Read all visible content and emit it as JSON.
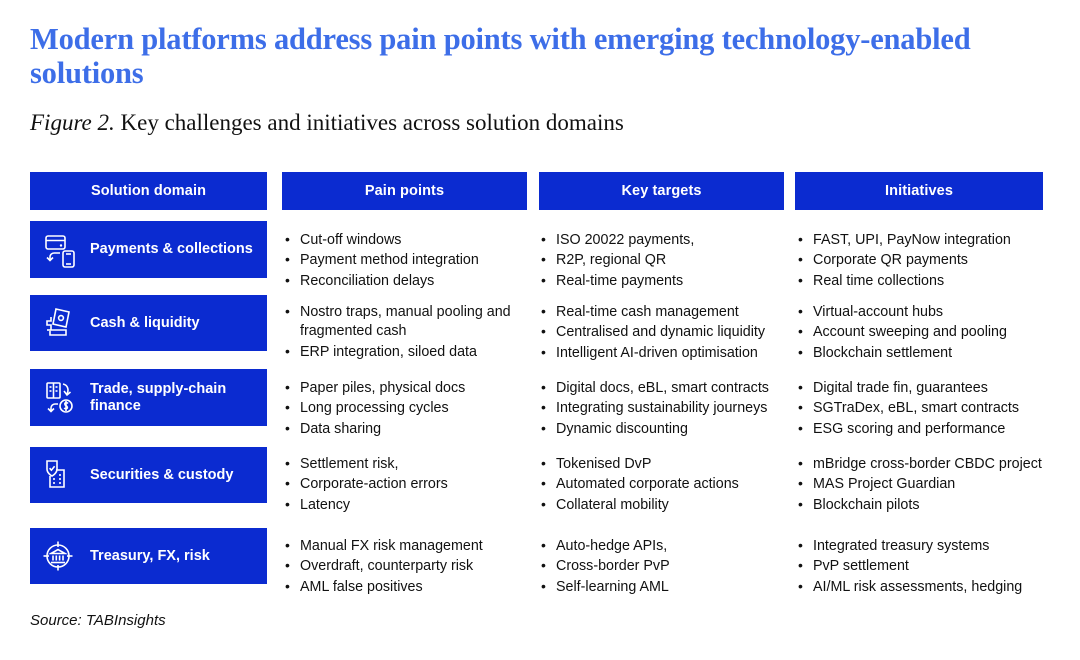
{
  "title": "Modern platforms address pain points with emerging technology-enabled solutions",
  "subtitle": {
    "figure_label": "Figure 2.",
    "text": " Key challenges and initiatives across solution domains"
  },
  "colors": {
    "title_blue": "#3D6EE8",
    "header_blue": "#0B2BD0",
    "text_black": "#111111",
    "background": "#FFFFFF"
  },
  "headers": {
    "solution_domain": "Solution domain",
    "pain_points": "Pain points",
    "key_targets": "Key targets",
    "initiatives": "Initiatives"
  },
  "rows": [
    {
      "domain": "Payments & collections",
      "icon": "card-phone-payment-icon",
      "pain_points": [
        "Cut-off windows",
        "Payment method integration",
        "Reconciliation delays"
      ],
      "key_targets": [
        "ISO 20022 payments,",
        "R2P,  regional QR",
        "Real-time payments"
      ],
      "initiatives": [
        "FAST, UPI, PayNow integration",
        "Corporate QR payments",
        "Real time collections"
      ]
    },
    {
      "domain": "Cash & liquidity",
      "icon": "hand-cash-icon",
      "pain_points": [
        "Nostro traps, manual pooling and fragmented cash",
        "ERP integration, siloed data"
      ],
      "key_targets": [
        "Real-time cash management",
        "Centralised and dynamic liquidity",
        "Intelligent AI-driven optimisation"
      ],
      "initiatives": [
        "Virtual-account hubs",
        "Account sweeping and pooling",
        "Blockchain settlement"
      ]
    },
    {
      "domain": "Trade, supply-chain finance",
      "icon": "document-dollar-cycle-icon",
      "pain_points": [
        "Paper piles, physical docs",
        "Long processing cycles",
        "Data sharing"
      ],
      "key_targets": [
        "Digital docs, eBL, smart contracts",
        "Integrating sustainability journeys",
        "Dynamic discounting"
      ],
      "initiatives": [
        "Digital trade fin, guarantees",
        "SGTraDex, eBL, smart contracts",
        "ESG scoring and performance"
      ]
    },
    {
      "domain": "Securities & custody",
      "icon": "shield-check-building-icon",
      "pain_points": [
        "Settlement risk,",
        "Corporate-action errors",
        "Latency"
      ],
      "key_targets": [
        "Tokenised DvP",
        "Automated corporate actions",
        "Collateral mobility"
      ],
      "initiatives": [
        "mBridge cross-border CBDC project",
        "MAS Project Guardian",
        "Blockchain pilots"
      ]
    },
    {
      "domain": "Treasury, FX, risk",
      "icon": "bank-target-icon",
      "pain_points": [
        "Manual FX risk management",
        "Overdraft, counterparty risk",
        "AML false positives"
      ],
      "key_targets": [
        "Auto-hedge APIs,",
        "Cross-border PvP",
        "Self-learning AML"
      ],
      "initiatives": [
        "Integrated treasury systems",
        "PvP settlement",
        "AI/ML risk assessments, hedging"
      ]
    }
  ],
  "source": "Source: TABInsights"
}
